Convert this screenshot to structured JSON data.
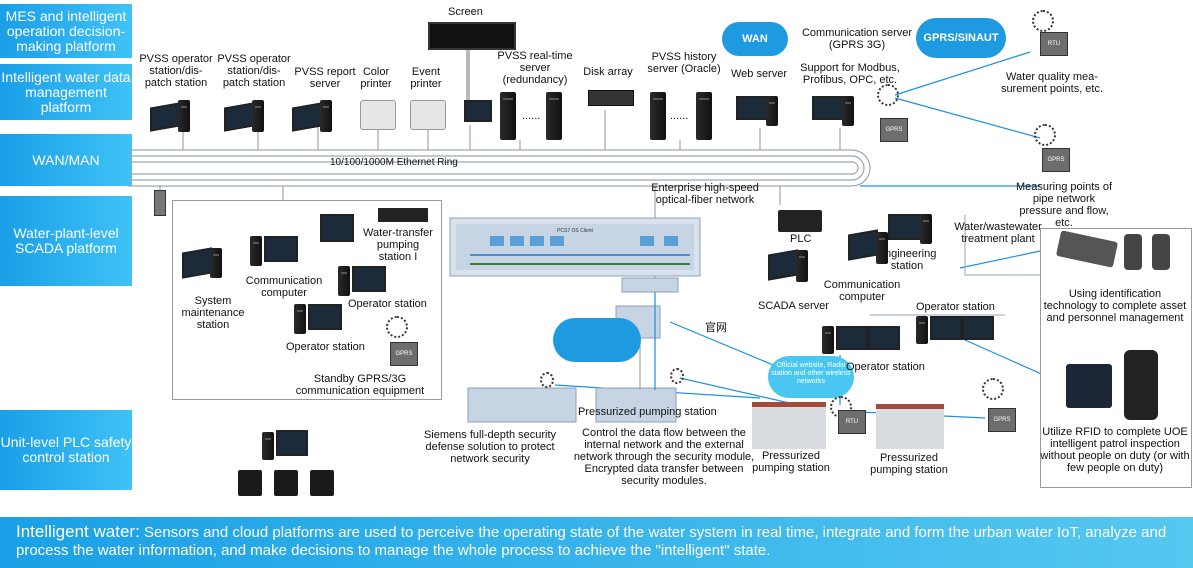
{
  "platforms": [
    {
      "label": "MES and intelligent operation decision-making platform"
    },
    {
      "label": "Intelligent water data management platform"
    },
    {
      "label": "WAN/MAN"
    },
    {
      "label": "Water-plant-level SCADA platform"
    },
    {
      "label": "Unit-level PLC safety control station"
    }
  ],
  "top_devices": {
    "screen": "Screen",
    "pvss_op": "PVSS operator station/dis-patch station",
    "pvss_op2": "PVSS operator station/dis-patch station",
    "pvss_report": "PVSS report server",
    "color_printer": "Color printer",
    "event_printer": "Event printer",
    "pvss_realtime": "PVSS real-time server (redundancy)",
    "disk_array": "Disk array",
    "pvss_history": "PVSS history server (Oracle)",
    "web_server": "Web server",
    "comm_server": "Communication server (GPRS 3G)",
    "support": "Support for Modbus, Profibus, OPC, etc.",
    "wan": "WAN",
    "gprs_sinaut": "GPRS/SINAUT",
    "water_quality": "Water quality mea-surement points, etc.",
    "pipe_points": "Measuring points of pipe network pressure and flow, etc.",
    "ethernet_ring": "10/100/1000M Ethernet Ring",
    "fiber": "Enterprise high-speed optical-fiber network"
  },
  "scada_left": {
    "transfer": "Water-transfer pumping station I",
    "comm_computer": "Communication computer",
    "operator1": "Operator station",
    "maintenance": "System maintenance station",
    "operator2": "Operator station",
    "standby": "Standby GPRS/3G communication equipment"
  },
  "scada_right": {
    "plc": "PLC",
    "engineering": "Engineering station",
    "treatment": "Water/wastewater treatment plant",
    "comm_computer": "Communication computer",
    "scada_server": "SCADA server",
    "operator1": "Operator station",
    "operator2": "Operator station"
  },
  "center": {
    "pressurized": "Pressurized pumping station",
    "official": "官网",
    "siemens": "Siemens full-depth security defense solution to protect network security",
    "control": "Control the data flow between the internal network and the external network through the security module, Encrypted data transfer between security modules.",
    "wireless": "Official website, Radio station and other wireless networks",
    "pump1": "Pressurized pumping station",
    "pump2": "Pressurized pumping station"
  },
  "right_panel": {
    "identification": "Using identification technology to complete asset and personnel management",
    "rfid": "Utilize RFID to complete UOE intelligent patrol inspection without people on duty (or with few people on duty)"
  },
  "rtu_label": "RTU",
  "gprs_label": "GPRS",
  "bottom": {
    "title": "Intelligent water:",
    "text": "Sensors and cloud platforms are used to perceive the operating state of the water system in real time, integrate and form the urban water IoT, analyze and process the water information, and make decisions to manage the whole process to achieve the \"intelligent\" state."
  },
  "colors": {
    "accent": "#1a9fe8",
    "cloud": "#1e9be0",
    "wireless_cloud": "#4ac7f0"
  }
}
